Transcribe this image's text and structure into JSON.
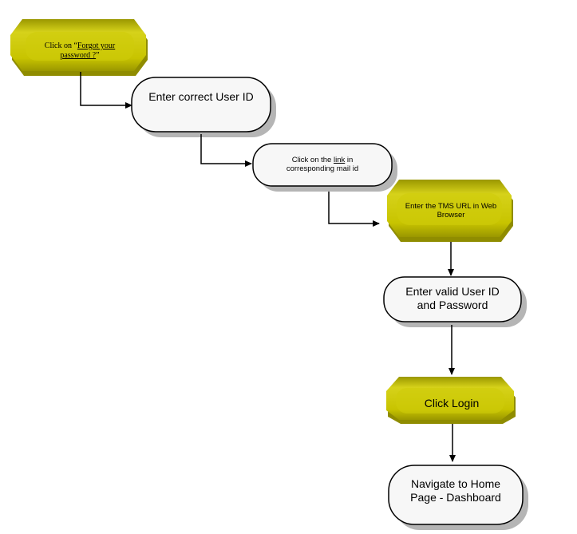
{
  "steps": {
    "forgot": {
      "prefix": "Click on “",
      "link": "Forgot your password ?",
      "suffix": "”"
    },
    "user_id": {
      "label": "Enter correct User ID"
    },
    "mail_link": {
      "prefix": "Click on the ",
      "link": "link",
      "suffix": " in corresponding mail id"
    },
    "tms_url": {
      "label": "Enter the TMS URL in Web Browser"
    },
    "credentials": {
      "label": "Enter valid User ID and Password"
    },
    "login": {
      "label": "Click Login"
    },
    "home": {
      "label": "Navigate to Home Page - Dashboard"
    }
  },
  "colors": {
    "olive_fill": "#c8c400",
    "olive_dark": "#8f8c00",
    "white_fill": "#f7f7f7",
    "stroke": "#000000",
    "shadow": "#b5b5b5"
  }
}
